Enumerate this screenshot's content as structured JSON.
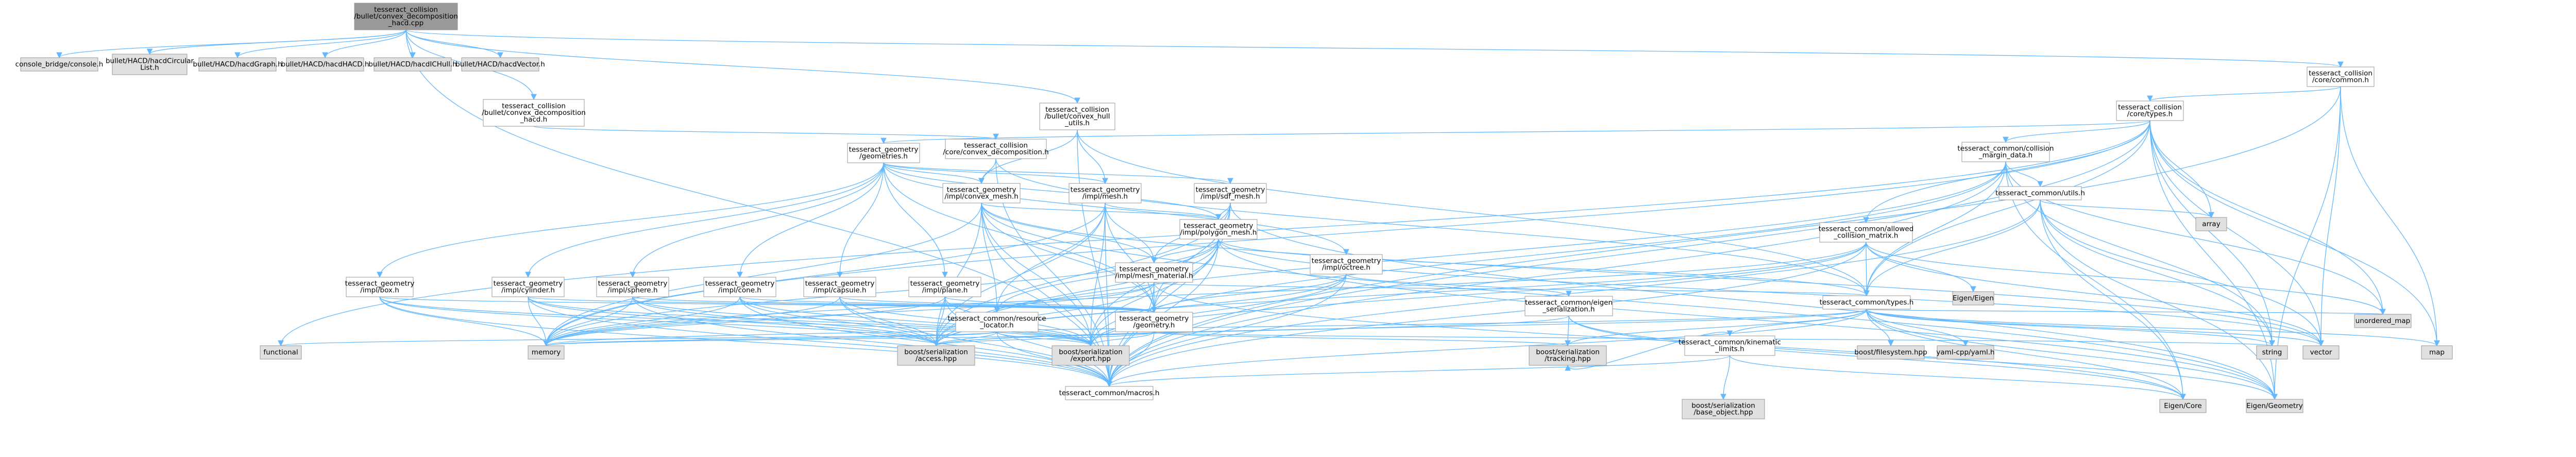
{
  "colors": {
    "edge": "#63B8FF",
    "node_fill": "#ffffff",
    "node_gray": "#e0e0e0",
    "node_root": "#999999",
    "node_border": "#999999",
    "node_red_border": "#ff0000",
    "text": "#000000"
  },
  "nodes": [
    {
      "id": "root",
      "lines": [
        "tesseract_collision",
        "/bullet/convex_decomposition",
        "_hacd.cpp"
      ],
      "style": "root"
    },
    {
      "id": "console",
      "lines": [
        "console_bridge/console.h"
      ],
      "style": "gray"
    },
    {
      "id": "hacdcirc",
      "lines": [
        "bullet/HACD/hacdCircular",
        "List.h"
      ],
      "style": "gray"
    },
    {
      "id": "hacdgraph",
      "lines": [
        "bullet/HACD/hacdGraph.h"
      ],
      "style": "gray"
    },
    {
      "id": "hacdhacd",
      "lines": [
        "bullet/HACD/hacdHACD.h"
      ],
      "style": "gray"
    },
    {
      "id": "hacdicvx",
      "lines": [
        "bullet/HACD/hacdICHull.h"
      ],
      "style": "gray"
    },
    {
      "id": "hacdvec",
      "lines": [
        "bullet/HACD/hacdVector.h"
      ],
      "style": "gray"
    },
    {
      "id": "cvxhacd",
      "lines": [
        "tesseract_collision",
        "/bullet/convex_decomposition",
        "_hacd.h"
      ],
      "style": "white"
    },
    {
      "id": "cvxhull",
      "lines": [
        "tesseract_collision",
        "/bullet/convex_hull",
        "_utils.h"
      ],
      "style": "white"
    },
    {
      "id": "common",
      "lines": [
        "tesseract_collision",
        "/core/common.h"
      ],
      "style": "white"
    },
    {
      "id": "coretypes",
      "lines": [
        "tesseract_collision",
        "/core/types.h"
      ],
      "style": "white"
    },
    {
      "id": "convdec",
      "lines": [
        "tesseract_collision",
        "/core/convex_decomposition.h"
      ],
      "style": "white"
    },
    {
      "id": "geometries",
      "lines": [
        "tesseract_geometry",
        "/geometries.h"
      ],
      "style": "white"
    },
    {
      "id": "convexmesh",
      "lines": [
        "tesseract_geometry",
        "/impl/convex_mesh.h"
      ],
      "style": "white"
    },
    {
      "id": "mesh",
      "lines": [
        "tesseract_geometry",
        "/impl/mesh.h"
      ],
      "style": "white"
    },
    {
      "id": "sdfmesh",
      "lines": [
        "tesseract_geometry",
        "/impl/sdf_mesh.h"
      ],
      "style": "white"
    },
    {
      "id": "polygon",
      "lines": [
        "tesseract_geometry",
        "/impl/polygon_mesh.h"
      ],
      "style": "white"
    },
    {
      "id": "meshmat",
      "lines": [
        "tesseract_geometry",
        "/impl/mesh_material.h"
      ],
      "style": "white"
    },
    {
      "id": "octree",
      "lines": [
        "tesseract_geometry",
        "/impl/octree.h"
      ],
      "style": "red"
    },
    {
      "id": "box",
      "lines": [
        "tesseract_geometry",
        "/impl/box.h"
      ],
      "style": "white"
    },
    {
      "id": "cylinder",
      "lines": [
        "tesseract_geometry",
        "/impl/cylinder.h"
      ],
      "style": "white"
    },
    {
      "id": "sphere",
      "lines": [
        "tesseract_geometry",
        "/impl/sphere.h"
      ],
      "style": "white"
    },
    {
      "id": "cone",
      "lines": [
        "tesseract_geometry",
        "/impl/cone.h"
      ],
      "style": "white"
    },
    {
      "id": "capsule",
      "lines": [
        "tesseract_geometry",
        "/impl/capsule.h"
      ],
      "style": "white"
    },
    {
      "id": "plane",
      "lines": [
        "tesseract_geometry",
        "/impl/plane.h"
      ],
      "style": "white"
    },
    {
      "id": "resloc",
      "lines": [
        "tesseract_common/resource",
        "_locator.h"
      ],
      "style": "white"
    },
    {
      "id": "geometry",
      "lines": [
        "tesseract_geometry",
        "/geometry.h"
      ],
      "style": "white"
    },
    {
      "id": "eigenser",
      "lines": [
        "tesseract_common/eigen",
        "_serialization.h"
      ],
      "style": "red"
    },
    {
      "id": "collmargin",
      "lines": [
        "tesseract_common/collision",
        "_margin_data.h"
      ],
      "style": "white"
    },
    {
      "id": "utils",
      "lines": [
        "tesseract_common/utils.h"
      ],
      "style": "red"
    },
    {
      "id": "allowed",
      "lines": [
        "tesseract_common/allowed",
        "_collision_matrix.h"
      ],
      "style": "white"
    },
    {
      "id": "commontypes",
      "lines": [
        "tesseract_common/types.h"
      ],
      "style": "white"
    },
    {
      "id": "kinematic",
      "lines": [
        "tesseract_common/kinematic",
        "_limits.h"
      ],
      "style": "white"
    },
    {
      "id": "eigeneigen",
      "lines": [
        "Eigen/Eigen"
      ],
      "style": "gray"
    },
    {
      "id": "array",
      "lines": [
        "array"
      ],
      "style": "gray"
    },
    {
      "id": "macros",
      "lines": [
        "tesseract_common/macros.h"
      ],
      "style": "white"
    },
    {
      "id": "memory",
      "lines": [
        "memory"
      ],
      "style": "gray"
    },
    {
      "id": "functional",
      "lines": [
        "functional"
      ],
      "style": "gray"
    },
    {
      "id": "access",
      "lines": [
        "boost/serialization",
        "/access.hpp"
      ],
      "style": "gray"
    },
    {
      "id": "export",
      "lines": [
        "boost/serialization",
        "/export.hpp"
      ],
      "style": "gray"
    },
    {
      "id": "tracking",
      "lines": [
        "boost/serialization",
        "/tracking.hpp"
      ],
      "style": "gray"
    },
    {
      "id": "baseobj",
      "lines": [
        "boost/serialization",
        "/base_object.hpp"
      ],
      "style": "gray"
    },
    {
      "id": "filesystem",
      "lines": [
        "boost/filesystem.hpp"
      ],
      "style": "gray"
    },
    {
      "id": "yaml",
      "lines": [
        "yaml-cpp/yaml.h"
      ],
      "style": "gray"
    },
    {
      "id": "eigencore",
      "lines": [
        "Eigen/Core"
      ],
      "style": "gray"
    },
    {
      "id": "eigengeom",
      "lines": [
        "Eigen/Geometry"
      ],
      "style": "gray"
    },
    {
      "id": "string",
      "lines": [
        "string"
      ],
      "style": "gray"
    },
    {
      "id": "vector",
      "lines": [
        "vector"
      ],
      "style": "gray"
    },
    {
      "id": "unordered",
      "lines": [
        "unordered_map"
      ],
      "style": "gray"
    },
    {
      "id": "map",
      "lines": [
        "map"
      ],
      "style": "gray"
    }
  ],
  "edges": [
    [
      "root",
      "console"
    ],
    [
      "root",
      "hacdcirc"
    ],
    [
      "root",
      "hacdgraph"
    ],
    [
      "root",
      "hacdhacd"
    ],
    [
      "root",
      "hacdicvx"
    ],
    [
      "root",
      "hacdvec"
    ],
    [
      "root",
      "cvxhacd"
    ],
    [
      "root",
      "cvxhull"
    ],
    [
      "root",
      "common"
    ],
    [
      "root",
      "macros"
    ],
    [
      "cvxhacd",
      "convdec"
    ],
    [
      "cvxhull",
      "mesh"
    ],
    [
      "cvxhull",
      "convexmesh"
    ],
    [
      "cvxhull",
      "commontypes"
    ],
    [
      "cvxhull",
      "macros"
    ],
    [
      "common",
      "coretypes"
    ],
    [
      "common",
      "vector"
    ],
    [
      "common",
      "eigengeom"
    ],
    [
      "common",
      "map"
    ],
    [
      "common",
      "macros"
    ],
    [
      "coretypes",
      "geometries"
    ],
    [
      "coretypes",
      "collmargin"
    ],
    [
      "coretypes",
      "allowed"
    ],
    [
      "coretypes",
      "commontypes"
    ],
    [
      "coretypes",
      "eigengeom"
    ],
    [
      "coretypes",
      "array"
    ],
    [
      "coretypes",
      "memory"
    ],
    [
      "coretypes",
      "vector"
    ],
    [
      "coretypes",
      "map"
    ],
    [
      "coretypes",
      "unordered"
    ],
    [
      "coretypes",
      "functional"
    ],
    [
      "coretypes",
      "macros"
    ],
    [
      "coretypes",
      "string"
    ],
    [
      "convdec",
      "convexmesh"
    ],
    [
      "convdec",
      "commontypes"
    ],
    [
      "convdec",
      "macros"
    ],
    [
      "geometries",
      "box"
    ],
    [
      "geometries",
      "cylinder"
    ],
    [
      "geometries",
      "sphere"
    ],
    [
      "geometries",
      "cone"
    ],
    [
      "geometries",
      "capsule"
    ],
    [
      "geometries",
      "plane"
    ],
    [
      "geometries",
      "convexmesh"
    ],
    [
      "geometries",
      "mesh"
    ],
    [
      "geometries",
      "sdfmesh"
    ],
    [
      "geometries",
      "octree"
    ],
    [
      "geometries",
      "polygon"
    ],
    [
      "geometries",
      "geometry"
    ],
    [
      "convexmesh",
      "polygon"
    ],
    [
      "convexmesh",
      "meshmat"
    ],
    [
      "convexmesh",
      "resloc"
    ],
    [
      "convexmesh",
      "geometry"
    ],
    [
      "convexmesh",
      "access"
    ],
    [
      "convexmesh",
      "export"
    ],
    [
      "convexmesh",
      "memory"
    ],
    [
      "convexmesh",
      "vector"
    ],
    [
      "convexmesh",
      "eigengeom"
    ],
    [
      "convexmesh",
      "macros"
    ],
    [
      "mesh",
      "polygon"
    ],
    [
      "mesh",
      "meshmat"
    ],
    [
      "mesh",
      "resloc"
    ],
    [
      "mesh",
      "geometry"
    ],
    [
      "mesh",
      "access"
    ],
    [
      "mesh",
      "export"
    ],
    [
      "mesh",
      "memory"
    ],
    [
      "mesh",
      "macros"
    ],
    [
      "sdfmesh",
      "polygon"
    ],
    [
      "sdfmesh",
      "meshmat"
    ],
    [
      "sdfmesh",
      "geometry"
    ],
    [
      "sdfmesh",
      "access"
    ],
    [
      "sdfmesh",
      "export"
    ],
    [
      "sdfmesh",
      "eigengeom"
    ],
    [
      "sdfmesh",
      "macros"
    ],
    [
      "polygon",
      "meshmat"
    ],
    [
      "polygon",
      "resloc"
    ],
    [
      "polygon",
      "geometry"
    ],
    [
      "polygon",
      "commontypes"
    ],
    [
      "polygon",
      "access"
    ],
    [
      "polygon",
      "export"
    ],
    [
      "polygon",
      "memory"
    ],
    [
      "polygon",
      "vector"
    ],
    [
      "polygon",
      "eigengeom"
    ],
    [
      "polygon",
      "macros"
    ],
    [
      "meshmat",
      "resloc"
    ],
    [
      "meshmat",
      "geometry"
    ],
    [
      "meshmat",
      "commontypes"
    ],
    [
      "meshmat",
      "eigencore"
    ],
    [
      "meshmat",
      "memory"
    ],
    [
      "meshmat",
      "macros"
    ],
    [
      "meshmat",
      "access"
    ],
    [
      "octree",
      "geometry"
    ],
    [
      "octree",
      "eigenser"
    ],
    [
      "octree",
      "access"
    ],
    [
      "octree",
      "export"
    ],
    [
      "octree",
      "macros"
    ],
    [
      "box",
      "geometry"
    ],
    [
      "box",
      "memory"
    ],
    [
      "box",
      "access"
    ],
    [
      "box",
      "export"
    ],
    [
      "box",
      "macros"
    ],
    [
      "cylinder",
      "geometry"
    ],
    [
      "cylinder",
      "memory"
    ],
    [
      "cylinder",
      "access"
    ],
    [
      "cylinder",
      "export"
    ],
    [
      "cylinder",
      "macros"
    ],
    [
      "sphere",
      "geometry"
    ],
    [
      "sphere",
      "memory"
    ],
    [
      "sphere",
      "access"
    ],
    [
      "sphere",
      "export"
    ],
    [
      "sphere",
      "macros"
    ],
    [
      "cone",
      "geometry"
    ],
    [
      "cone",
      "memory"
    ],
    [
      "cone",
      "access"
    ],
    [
      "cone",
      "export"
    ],
    [
      "cone",
      "macros"
    ],
    [
      "capsule",
      "geometry"
    ],
    [
      "capsule",
      "memory"
    ],
    [
      "capsule",
      "access"
    ],
    [
      "capsule",
      "export"
    ],
    [
      "capsule",
      "macros"
    ],
    [
      "plane",
      "geometry"
    ],
    [
      "plane",
      "memory"
    ],
    [
      "plane",
      "access"
    ],
    [
      "plane",
      "export"
    ],
    [
      "plane",
      "macros"
    ],
    [
      "resloc",
      "functional"
    ],
    [
      "resloc",
      "memory"
    ],
    [
      "resloc",
      "access"
    ],
    [
      "resloc",
      "export"
    ],
    [
      "resloc",
      "macros"
    ],
    [
      "geometry",
      "memory"
    ],
    [
      "geometry",
      "access"
    ],
    [
      "geometry",
      "export"
    ],
    [
      "geometry",
      "tracking"
    ],
    [
      "geometry",
      "macros"
    ],
    [
      "geometry",
      "string"
    ],
    [
      "eigenser",
      "eigencore"
    ],
    [
      "eigenser",
      "eigengeom"
    ],
    [
      "eigenser",
      "tracking"
    ],
    [
      "eigenser",
      "access"
    ],
    [
      "collmargin",
      "commontypes"
    ],
    [
      "collmargin",
      "utils"
    ],
    [
      "collmargin",
      "eigencore"
    ],
    [
      "collmargin",
      "unordered"
    ],
    [
      "collmargin",
      "access"
    ],
    [
      "collmargin",
      "export"
    ],
    [
      "collmargin",
      "macros"
    ],
    [
      "collmargin",
      "string"
    ],
    [
      "utils",
      "commontypes"
    ],
    [
      "utils",
      "array"
    ],
    [
      "utils",
      "vector"
    ],
    [
      "utils",
      "string"
    ],
    [
      "utils",
      "eigencore"
    ],
    [
      "utils",
      "eigengeom"
    ],
    [
      "utils",
      "macros"
    ],
    [
      "allowed",
      "commontypes"
    ],
    [
      "allowed",
      "eigeneigen"
    ],
    [
      "allowed",
      "unordered"
    ],
    [
      "allowed",
      "vector"
    ],
    [
      "allowed",
      "access"
    ],
    [
      "allowed",
      "export"
    ],
    [
      "allowed",
      "memory"
    ],
    [
      "allowed",
      "macros"
    ],
    [
      "commontypes",
      "kinematic"
    ],
    [
      "commontypes",
      "filesystem"
    ],
    [
      "commontypes",
      "yaml"
    ],
    [
      "commontypes",
      "eigencore"
    ],
    [
      "commontypes",
      "eigengeom"
    ],
    [
      "commontypes",
      "vector"
    ],
    [
      "commontypes",
      "map"
    ],
    [
      "commontypes",
      "unordered"
    ],
    [
      "commontypes",
      "string"
    ],
    [
      "commontypes",
      "memory"
    ],
    [
      "commontypes",
      "access"
    ],
    [
      "commontypes",
      "tracking"
    ],
    [
      "commontypes",
      "macros"
    ],
    [
      "kinematic",
      "baseobj"
    ],
    [
      "kinematic",
      "eigencore"
    ],
    [
      "kinematic",
      "macros"
    ],
    [
      "kinematic",
      "tracking"
    ]
  ]
}
